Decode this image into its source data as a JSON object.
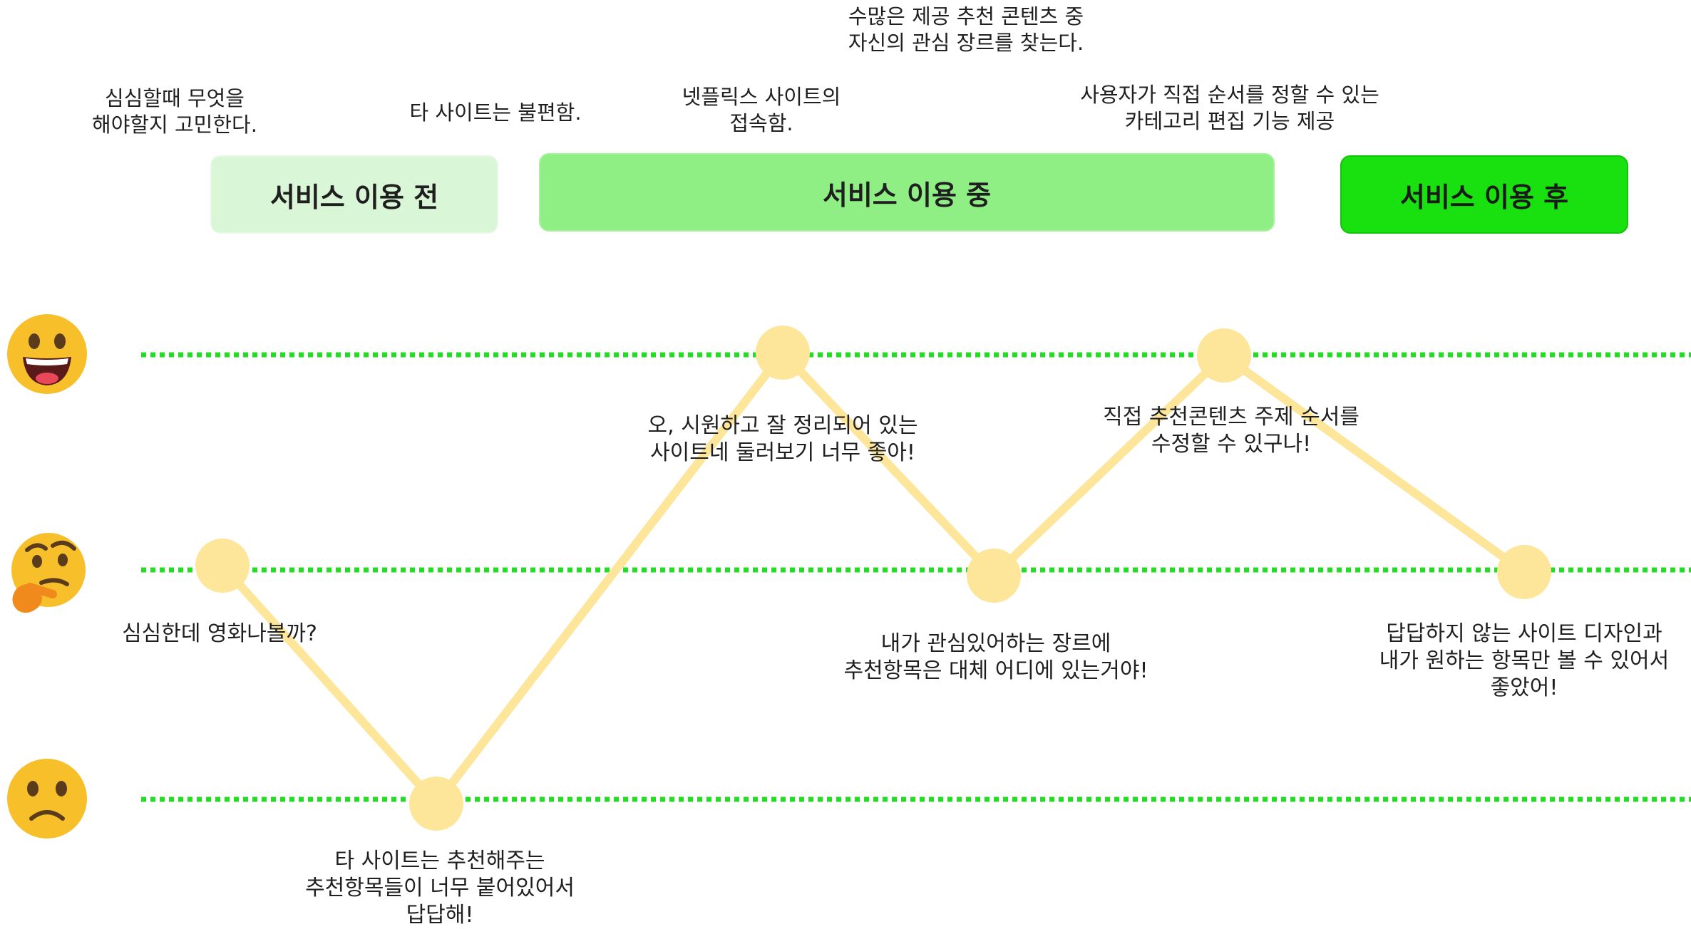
{
  "phases": {
    "before": "서비스 이용 전",
    "during": "서비스 이용 중",
    "after": "서비스 이용 후"
  },
  "phase_notes": {
    "before": [
      "심심할때 무엇을",
      "해야할지 고민한다."
    ],
    "other_site": [
      "타 사이트는 불편함."
    ],
    "netflix": [
      "넷플릭스 사이트의",
      "접속함."
    ],
    "find_genre": [
      "수많은 제공 추천 콘텐츠 중",
      "자신의 관심 장르를 찾는다."
    ],
    "category_edit": [
      "사용자가 직접 순서를 정할 수 있는",
      "카테고리 편집 기능 제공"
    ]
  },
  "emotion_levels": [
    {
      "level": "happy",
      "icon": "grinning-face-icon"
    },
    {
      "level": "thinking",
      "icon": "thinking-face-icon"
    },
    {
      "level": "sad",
      "icon": "frowning-face-icon"
    }
  ],
  "journey_points": [
    {
      "id": "p1",
      "level": "thinking",
      "caption": [
        "심심한데 영화나볼까?"
      ]
    },
    {
      "id": "p2",
      "level": "sad",
      "caption": [
        "타 사이트는 추천해주는",
        "추천항목들이 너무 붙어있어서",
        "답답해!"
      ]
    },
    {
      "id": "p3",
      "level": "happy",
      "caption": [
        "오, 시원하고 잘 정리되어 있는",
        "사이트네 둘러보기 너무 좋아!"
      ]
    },
    {
      "id": "p4",
      "level": "thinking",
      "caption": [
        "내가 관심있어하는 장르에",
        "추천항목은 대체 어디에 있는거야!"
      ]
    },
    {
      "id": "p5",
      "level": "happy",
      "caption": [
        "직접 추천콘텐츠 주제 순서를",
        "수정할 수 있구나!"
      ]
    },
    {
      "id": "p6",
      "level": "thinking",
      "caption": [
        "답답하지 않는 사이트 디자인과",
        "내가 원하는 항목만 볼 수 있어서",
        "좋았어!"
      ]
    }
  ],
  "colors": {
    "guide_line": "#22dd22",
    "journey_line": "#fde59a",
    "point_fill": "#fde59a",
    "emoji_yellow": "#f7c02b"
  }
}
